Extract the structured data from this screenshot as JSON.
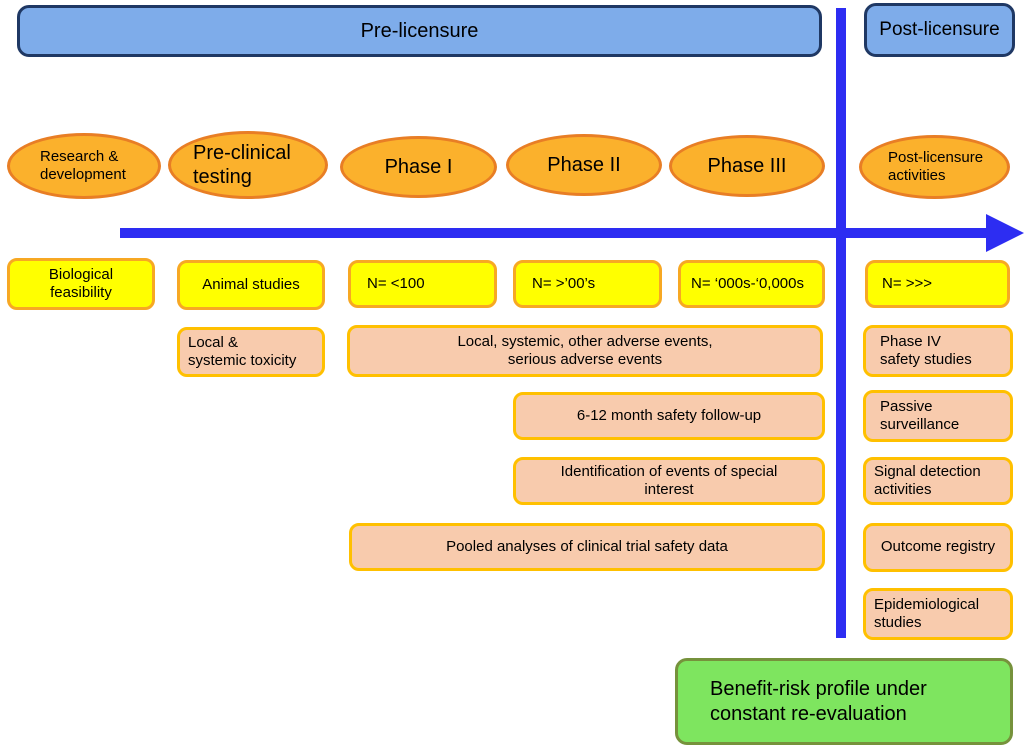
{
  "banners": {
    "pre_licensure": "Pre-licensure",
    "post_licensure": "Post-licensure"
  },
  "stages": {
    "research": "Research &\ndevelopment",
    "preclinical": "Pre-clinical\ntesting",
    "phase1": "Phase I",
    "phase2": "Phase II",
    "phase3": "Phase III",
    "post_licensure": "Post-licensure\nactivities"
  },
  "sample_sizes": {
    "biological": "Biological\nfeasibility",
    "animal": "Animal studies",
    "phase1_n": "N= <100",
    "phase2_n": "N= >’00’s",
    "phase3_n": "N= ‘000s-‘0,000s",
    "post_n": "N= >>>"
  },
  "activities": {
    "local_toxicity": "Local &\nsystemic toxicity",
    "adverse_events": "Local, systemic, other adverse events,\nserious adverse events",
    "followup": "6-12 month safety follow-up",
    "special_interest": "Identification of events of special\ninterest",
    "pooled_analyses": "Pooled analyses of clinical trial safety data",
    "phase4": "Phase IV\nsafety studies",
    "passive_surveillance": "Passive\nsurveillance",
    "signal_detection": "Signal detection\nactivities",
    "outcome_registry": "Outcome registry",
    "epidemiological": "Epidemiological\nstudies"
  },
  "summary": {
    "benefit_risk": "Benefit-risk profile under\nconstant re-evaluation"
  },
  "colors": {
    "banner_fill": "#7EACEA",
    "banner_border": "#1F3864",
    "axis_blue": "#2D2DF2",
    "oval_fill": "#FBB12C",
    "oval_border": "#E87E25",
    "sample_fill": "#FFFF00",
    "sample_border": "#F7A823",
    "activity_fill": "#F8CBAD",
    "activity_border": "#FFC000",
    "summary_fill": "#7EE55F",
    "summary_border": "#76923C"
  }
}
